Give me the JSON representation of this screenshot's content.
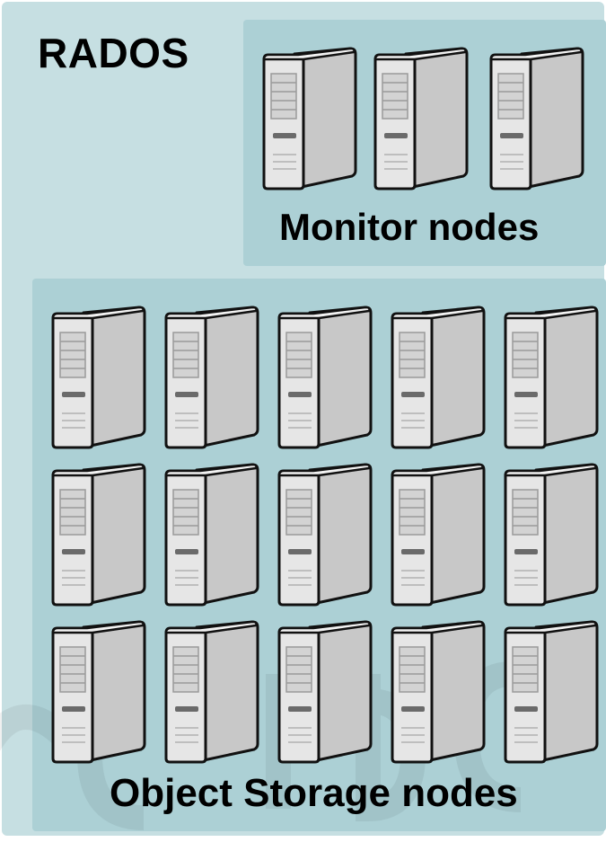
{
  "diagram": {
    "title": "RADOS",
    "monitor_group": {
      "label": "Monitor nodes",
      "count": 3
    },
    "osd_group": {
      "label": "Object Storage nodes",
      "rows": 3,
      "columns": 5
    },
    "icon": "server-tower-icon",
    "colors": {
      "outer_background": "#c6dfe2",
      "group_background": "#acd0d5",
      "server_body": "#e6e6e6",
      "server_outline": "#111111"
    }
  }
}
